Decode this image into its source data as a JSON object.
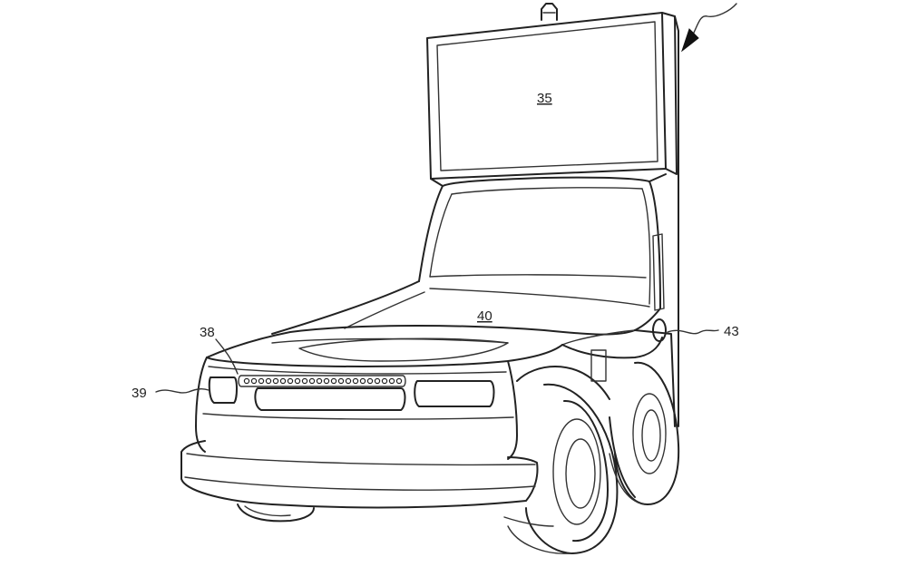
{
  "labels": {
    "display": "35",
    "body": "40",
    "lightbar": "38",
    "headlight": "39",
    "side_light": "43"
  },
  "colors": {
    "ink": "#222222",
    "paper": "#ffffff"
  }
}
